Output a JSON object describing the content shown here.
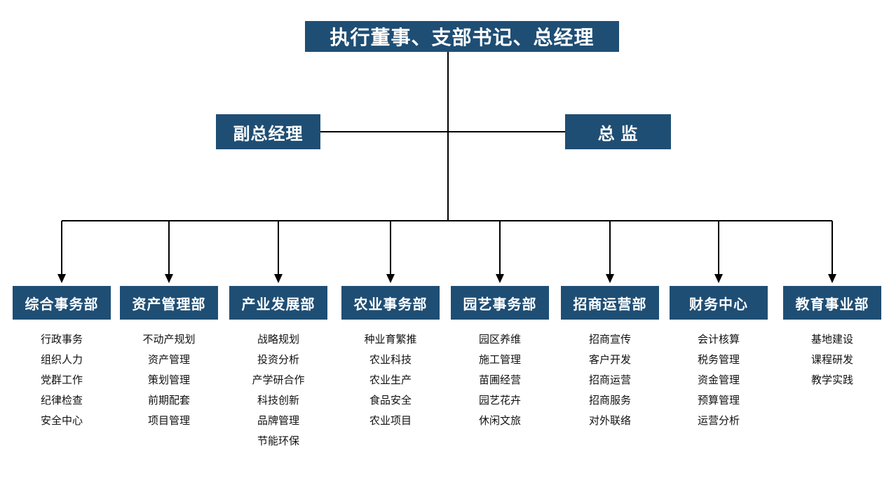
{
  "colors": {
    "box_background": "#1F4E74",
    "box_text": "#FFFFFF",
    "connector_line": "#000000",
    "sub_item_text": "#111111"
  },
  "root": {
    "label": "执行董事、支部书记、总经理"
  },
  "level2": {
    "deputy_gm": {
      "label": "副总经理"
    },
    "director": {
      "label": "总 监"
    }
  },
  "departments": [
    {
      "name": "综合事务部",
      "items": [
        "行政事务",
        "组织人力",
        "党群工作",
        "纪律检查",
        "安全中心"
      ]
    },
    {
      "name": "资产管理部",
      "items": [
        "不动产规划",
        "资产管理",
        "策划管理",
        "前期配套",
        "项目管理"
      ]
    },
    {
      "name": "产业发展部",
      "items": [
        "战略规划",
        "投资分析",
        "产学研合作",
        "科技创新",
        "品牌管理",
        "节能环保"
      ]
    },
    {
      "name": "农业事务部",
      "items": [
        "种业育繁推",
        "农业科技",
        "农业生产",
        "食品安全",
        "农业项目"
      ]
    },
    {
      "name": "园艺事务部",
      "items": [
        "园区养维",
        "施工管理",
        "苗圃经营",
        "园艺花卉",
        "休闲文旅"
      ]
    },
    {
      "name": "招商运营部",
      "items": [
        "招商宣传",
        "客户开发",
        "招商运营",
        "招商服务",
        "对外联络"
      ]
    },
    {
      "name": "财务中心",
      "items": [
        "会计核算",
        "税务管理",
        "资金管理",
        "预算管理",
        "运营分析"
      ]
    },
    {
      "name": "教育事业部",
      "items": [
        "基地建设",
        "课程研发",
        "教学实践"
      ]
    }
  ]
}
